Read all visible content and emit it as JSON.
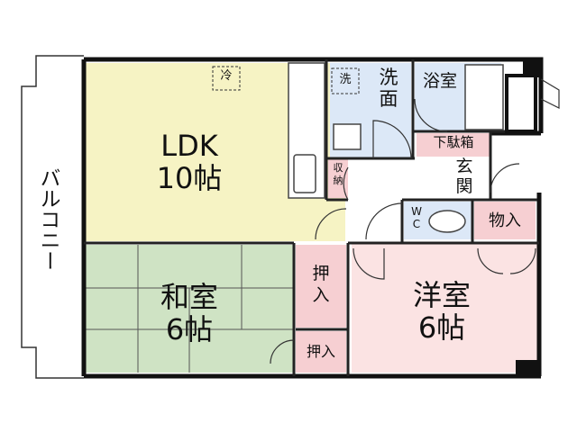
{
  "plan": {
    "balcony_label": "バルコニー",
    "rooms": {
      "ldk": "LDK\n10帖",
      "washitsu": "和室\n6帖",
      "yoshitsu": "洋室\n6帖",
      "senmen": "洗\n面",
      "yokushitsu": "浴室",
      "genkan": "玄\n関",
      "wc": "W\nC",
      "shunou": "収\n納",
      "oshiire_upper": "押\n入",
      "oshiire_lower": "押入",
      "monoire": "物入",
      "getabako": "下駄箱",
      "fridge": "冷",
      "washer": "洗"
    },
    "colors": {
      "ldk": "#f6f3c4",
      "washitsu": "#cfe3c4",
      "yoshitsu": "#fbe3e3",
      "water": "#dce8f7",
      "storage": "#f6cfd2",
      "wall": "#111111"
    }
  }
}
